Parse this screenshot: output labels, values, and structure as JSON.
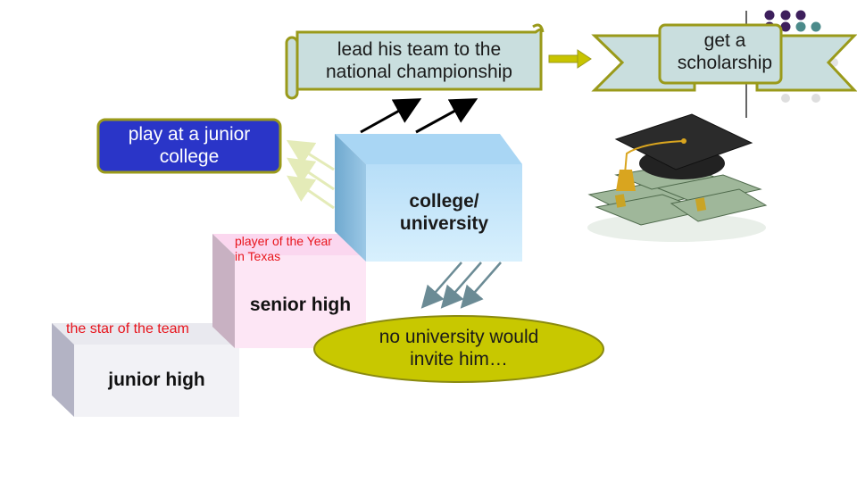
{
  "slide": {
    "goal_scroll": {
      "line1": "lead his team to the",
      "line2": "national championship"
    },
    "scholarship": {
      "line1": "get a",
      "line2": "scholarship"
    },
    "junior_college": {
      "line1": "play at a junior",
      "line2": "college"
    },
    "university_block": {
      "line1": "college/",
      "line2": "university"
    },
    "senior_block": {
      "label": "senior high",
      "note_line1": "player of the Year",
      "note_line2": "in Texas"
    },
    "junior_block": {
      "label": "junior high",
      "note": "the star of the team"
    },
    "no_invite": {
      "line1": "no university would",
      "line2": "invite him…"
    }
  },
  "colors": {
    "scroll_fill": "#c9dede",
    "scroll_border": "#9a9a1a",
    "junior_college_fill": "#2a35c8",
    "university_front": "#c4e6fb",
    "senior_front": "#fde6f5",
    "junior_front": "#f2f2f6",
    "ellipse_fill": "#c8c800",
    "note_red": "#e8141c",
    "dot_purple": "#3d1f5c",
    "dot_teal": "#4b8a8a"
  },
  "icons": [
    "graduation-cap-money-icon",
    "corner-dots-decoration"
  ]
}
